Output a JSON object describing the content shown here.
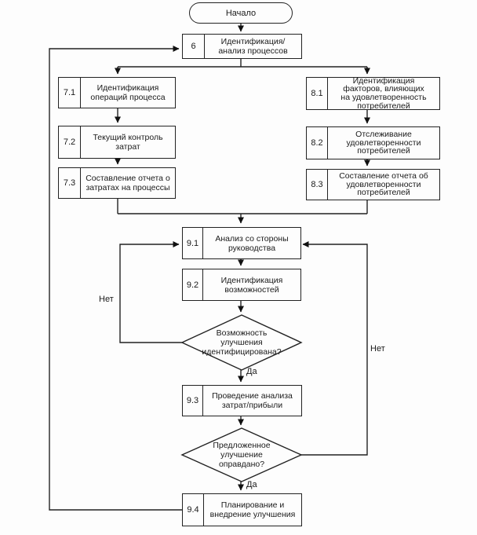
{
  "diagram": {
    "start": {
      "label": "Начало"
    },
    "nodes": {
      "n6": {
        "num": "6",
        "label": "Идентификация/\nанализ процессов"
      },
      "n71": {
        "num": "7.1",
        "label": "Идентификация\nопераций процесса"
      },
      "n72": {
        "num": "7.2",
        "label": "Текущий контроль\nзатрат"
      },
      "n73": {
        "num": "7.3",
        "label": "Составление отчета о\nзатратах на процессы"
      },
      "n81": {
        "num": "8.1",
        "label": "Идентификация\nфакторов, влияющих\nна удовлетворенность\nпотребителей"
      },
      "n82": {
        "num": "8.2",
        "label": "Отслеживание\nудовлетворенности\nпотребителей"
      },
      "n83": {
        "num": "8.3",
        "label": "Составление отчета об\nудовлетворенности\nпотребителей"
      },
      "n91": {
        "num": "9.1",
        "label": "Анализ со стороны\nруководства"
      },
      "n92": {
        "num": "9.2",
        "label": "Идентификация\nвозможностей"
      },
      "n93": {
        "num": "9.3",
        "label": "Проведение анализа\nзатрат/прибыли"
      },
      "n94": {
        "num": "9.4",
        "label": "Планирование и\nвнедрение улучшения"
      }
    },
    "decisions": {
      "d1": {
        "label": "Возможность\nулучшения\nидентифицирована?"
      },
      "d2": {
        "label": "Предложенное\nулучшение\nоправдано?"
      }
    },
    "edge_labels": {
      "yes1": "Да",
      "yes2": "Да",
      "no_left": "Нет",
      "no_right": "Нет"
    },
    "colors": {
      "line": "#222222",
      "background": "#fdfdfd",
      "text": "#1a1a1a"
    }
  }
}
